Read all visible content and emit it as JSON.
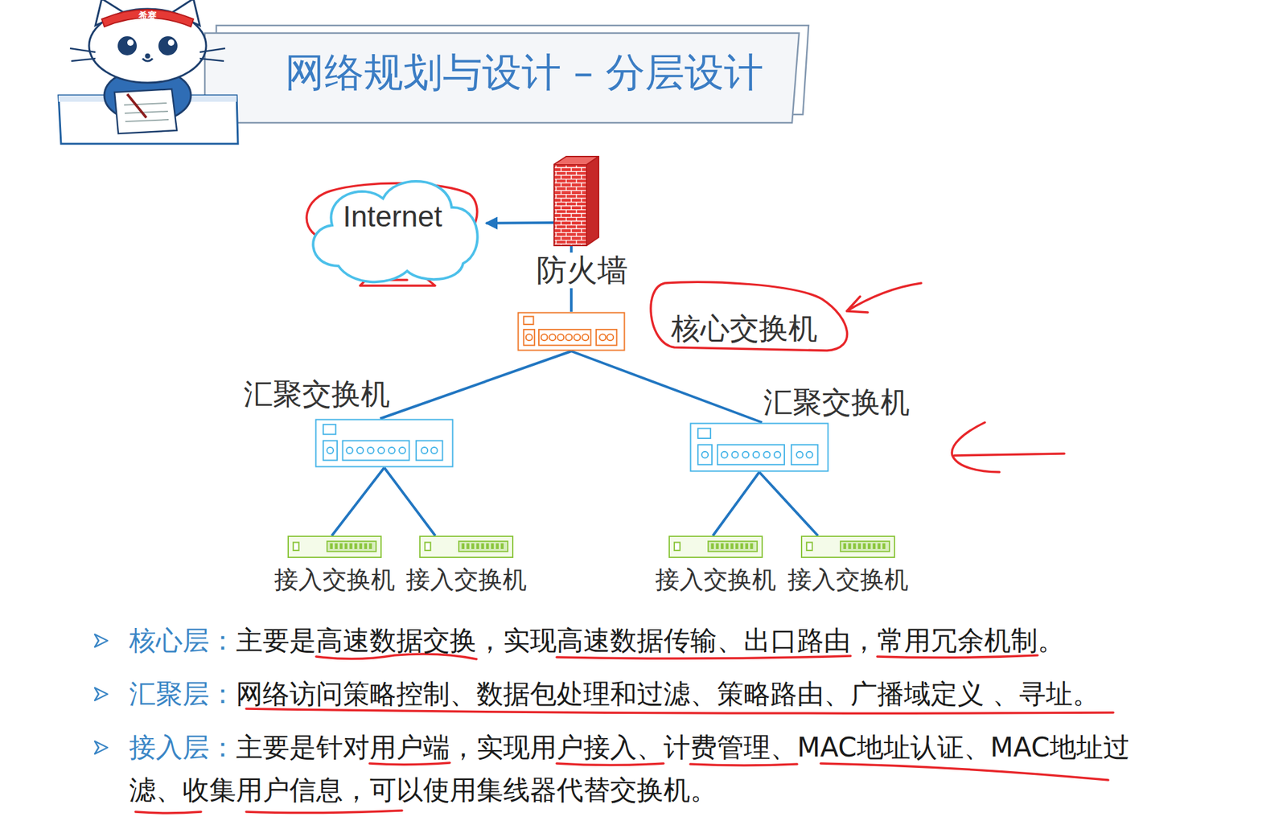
{
  "diagram": {
    "title": "网络规划与设计 – 分层设计",
    "nodes": [
      {
        "text": [
          "Internet"
        ]
      },
      {
        "text": [
          "防火墙"
        ]
      },
      {
        "text": [
          "核心交换机"
        ]
      },
      {
        "text": [
          "汇聚交换机"
        ]
      },
      {
        "text": [
          "汇聚交换机"
        ]
      },
      {
        "text": [
          "接入交换机"
        ]
      },
      {
        "text": [
          "接入交换机"
        ]
      },
      {
        "text": [
          "接入交换机"
        ]
      },
      {
        "text": [
          "接入交换机"
        ]
      }
    ],
    "edges": [
      {
        "from": 1,
        "to": 0,
        "arrow": "to"
      },
      {
        "from": 1,
        "to": 2,
        "arrow": "none"
      },
      {
        "from": 2,
        "to": 3,
        "arrow": "none"
      },
      {
        "from": 2,
        "to": 4,
        "arrow": "none"
      },
      {
        "from": 3,
        "to": 5,
        "arrow": "none"
      },
      {
        "from": 3,
        "to": 6,
        "arrow": "none"
      },
      {
        "from": 4,
        "to": 7,
        "arrow": "none"
      },
      {
        "from": 4,
        "to": 8,
        "arrow": "none"
      }
    ],
    "labels": [
      "希赛",
      "核心层：",
      "主要是高速数据交换，实现高速数据传输、出口路由，常用冗余机制。",
      "汇聚层：",
      "网络访问策略控制、数据包处理和过滤、策略路由、广播域定义 、寻址。",
      "接入层：",
      "主要是针对用户端，实现用户接入、计费管理、MAC地址认证、MAC地址过滤、收集用户信息，可以使用集线器代替交换机。"
    ]
  }
}
